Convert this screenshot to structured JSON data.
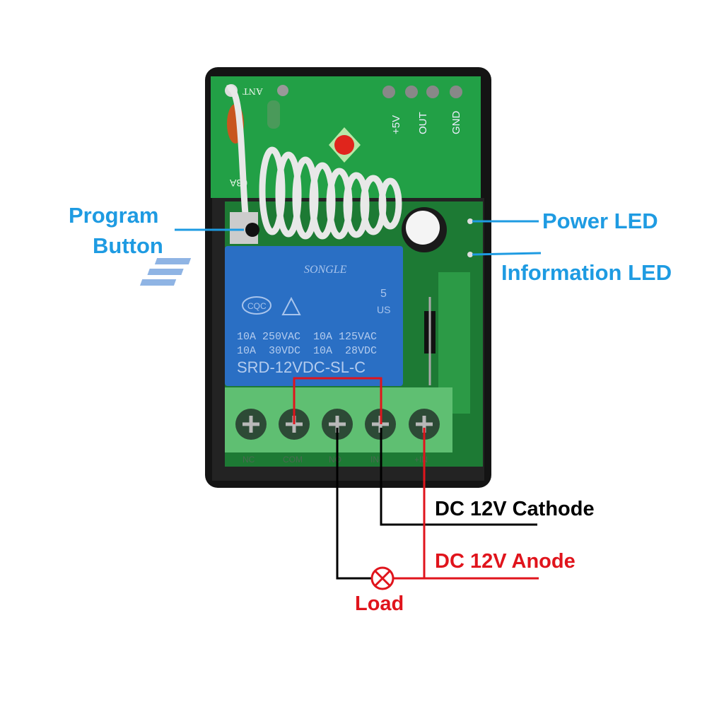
{
  "callouts": {
    "program_button": [
      "Program",
      "Button"
    ],
    "power_led": "Power LED",
    "information_led": "Information LED",
    "cathode": "DC 12V Cathode",
    "anode": "DC 12V Anode",
    "load": "Load"
  },
  "module": {
    "pins": [
      "+5V",
      "OUT",
      "GND"
    ],
    "ant_label": "ANT",
    "model_fragment": "03A"
  },
  "relay": {
    "brand": "SONGLE",
    "cert": "CQC",
    "ul_suffix": [
      "5",
      "US"
    ],
    "ratings": [
      "10A 250VAC  10A 125VAC",
      "10A  30VDC  10A  28VDC"
    ],
    "model": "SRD-12VDC-SL-C"
  },
  "terminals": [
    "NC",
    "COM",
    "NO",
    "IN-",
    "+IN"
  ],
  "colors": {
    "callout_blue": "#1e9be2",
    "wire_red": "#e0141c",
    "wire_black": "#000000",
    "pcb_green": "#1f8a3a",
    "relay_blue": "#2a6fc4",
    "terminal_green": "#5fbf72"
  }
}
